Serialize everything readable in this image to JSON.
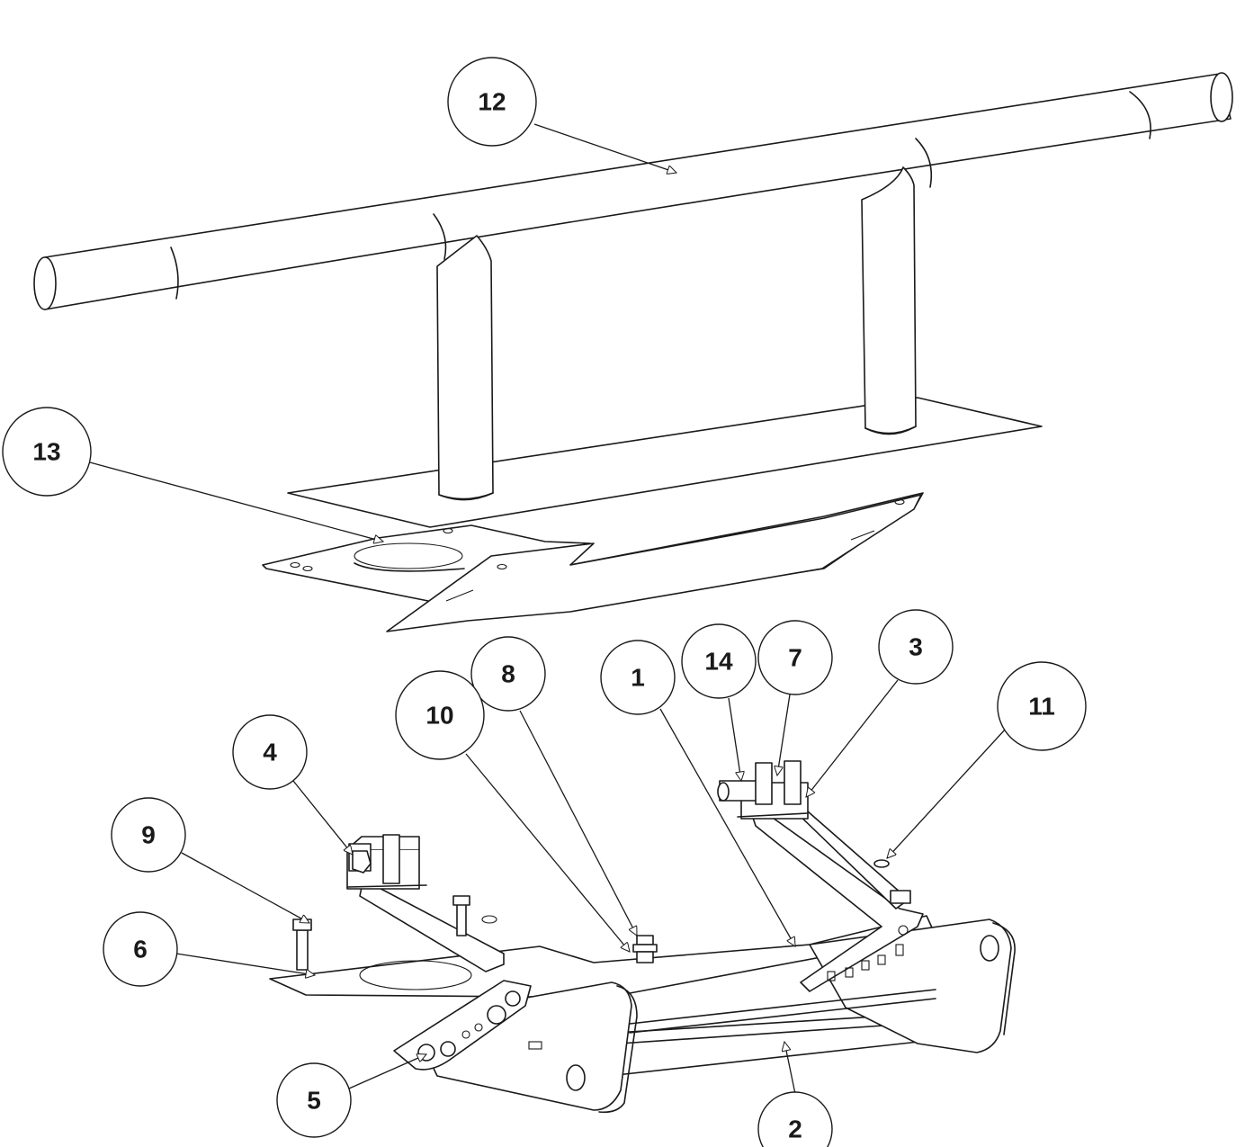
{
  "colors": {
    "line": "#1a1a1a",
    "background": "#ffffff"
  },
  "callouts": [
    {
      "id": "c12",
      "label": "12"
    },
    {
      "id": "c13",
      "label": "13"
    },
    {
      "id": "c8",
      "label": "8"
    },
    {
      "id": "c10",
      "label": "10"
    },
    {
      "id": "c1",
      "label": "1"
    },
    {
      "id": "c14",
      "label": "14"
    },
    {
      "id": "c7",
      "label": "7"
    },
    {
      "id": "c3",
      "label": "3"
    },
    {
      "id": "c11",
      "label": "11"
    },
    {
      "id": "c4",
      "label": "4"
    },
    {
      "id": "c9",
      "label": "9"
    },
    {
      "id": "c6",
      "label": "6"
    },
    {
      "id": "c5",
      "label": "5"
    },
    {
      "id": "c2",
      "label": "2"
    }
  ]
}
